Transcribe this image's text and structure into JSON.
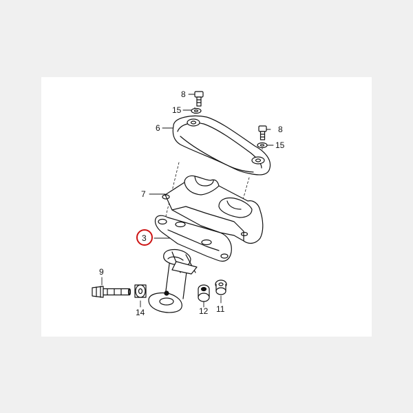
{
  "colors": {
    "page_background": "#f0f0f0",
    "sheet_background": "#ffffff",
    "line": "#111111",
    "highlight": "#cc1111"
  },
  "callouts": {
    "bolt_top": "8",
    "washer_top": "15",
    "upper_bridge": "6",
    "bolt_right": "8",
    "washer_right": "15",
    "bracket": "7",
    "lower_bridge": "3",
    "pinch_bolt": "9",
    "collar": "14",
    "bushing": "12",
    "rubber": "11"
  },
  "highlighted_part": "3"
}
